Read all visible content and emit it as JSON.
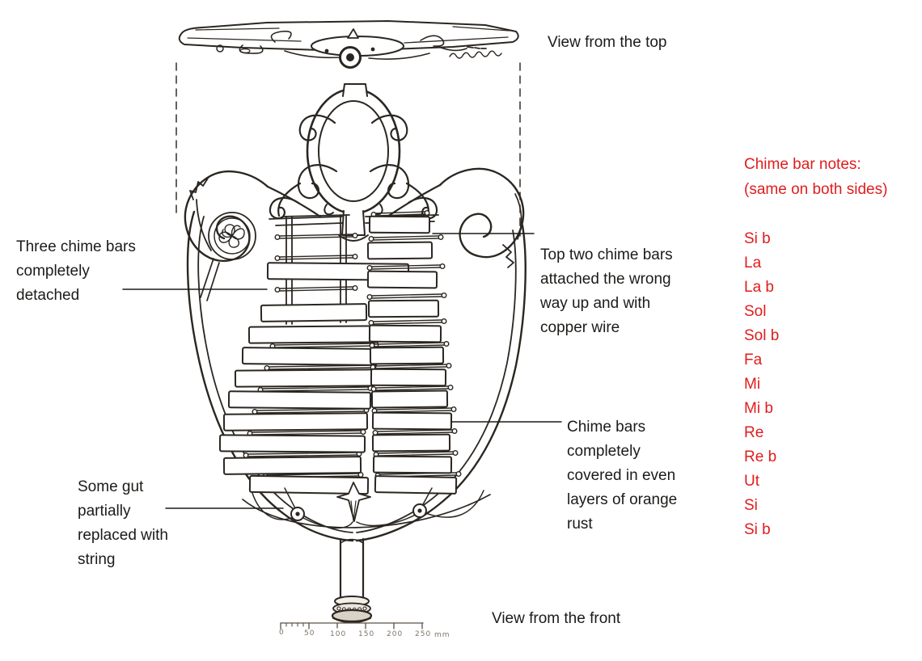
{
  "views": {
    "top_label": "View from the top",
    "front_label": "View from the front"
  },
  "annotations": {
    "detached": "Three chime bars\ncompletely\ndetached",
    "wrong_way": "Top two chime bars\nattached the wrong\nway up and with\ncopper wire",
    "rust": "Chime bars\ncompletely\ncovered in even\nlayers of orange\nrust",
    "gut": "Some gut\npartially\nreplaced with\nstring"
  },
  "notes": {
    "heading": "Chime bar notes:",
    "subheading": "(same on both sides)",
    "items": [
      "Si b",
      "La",
      "La b",
      "Sol",
      "Sol b",
      "Fa",
      "Mi",
      "Mi b",
      "Re",
      "Re b",
      "Ut",
      "Si",
      "Si b"
    ]
  },
  "scale": {
    "labels": [
      "0",
      "50",
      "100",
      "150",
      "200",
      "250"
    ],
    "unit": "mm"
  },
  "colors": {
    "ink": "#2b2620",
    "annotation_text": "#1d1b19",
    "note_red": "#e11c1c",
    "scale_ink": "#5a5244"
  }
}
